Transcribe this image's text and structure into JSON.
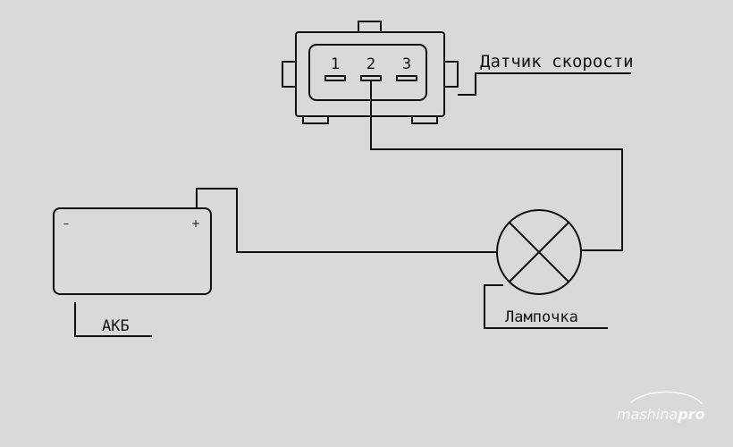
{
  "diagram": {
    "sensor": {
      "label": "Датчик скорости",
      "pins": [
        "1",
        "2",
        "3"
      ]
    },
    "battery": {
      "label": "АКБ",
      "minus": "–",
      "plus": "+"
    },
    "lamp": {
      "label": "Лампочка"
    },
    "colors": {
      "background": "#d9d9d9",
      "line": "#111111"
    }
  },
  "watermark": {
    "brand_light": "mashina",
    "brand_bold": "pro"
  }
}
